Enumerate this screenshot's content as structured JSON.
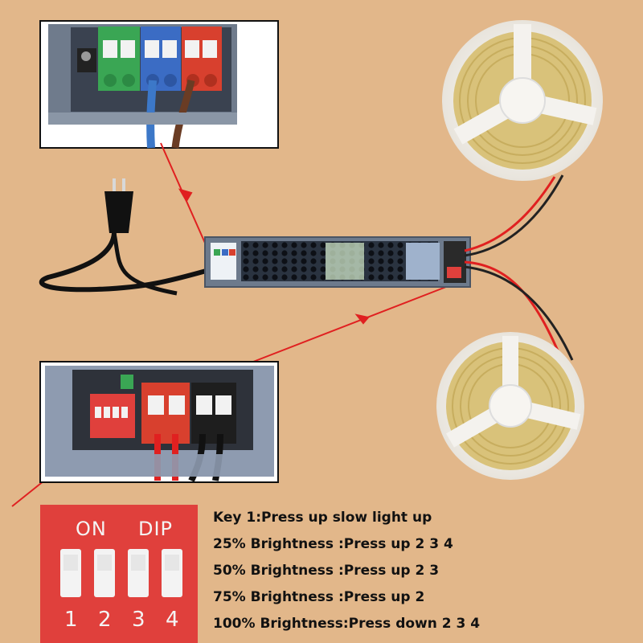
{
  "colors": {
    "background": "#e2b78a",
    "wire_red": "#e02020",
    "panel_border": "#111111",
    "dip_red": "#e0403c"
  },
  "dip_panel": {
    "on_label": "ON",
    "dip_label": "DIP",
    "switch_numbers": [
      "1",
      "2",
      "3",
      "4"
    ]
  },
  "instructions": [
    "Key 1:Press up slow light up",
    "25% Brightness  :Press up 2 3 4",
    "50% Brightness  :Press up 2 3",
    "75% Brightness  :Press up 2",
    "100% Brightness:Press down 2 3 4"
  ],
  "icons": [
    "plug-icon",
    "power-supply-icon",
    "led-strip-reel-icon",
    "terminal-block-icon",
    "dip-switch-icon"
  ]
}
